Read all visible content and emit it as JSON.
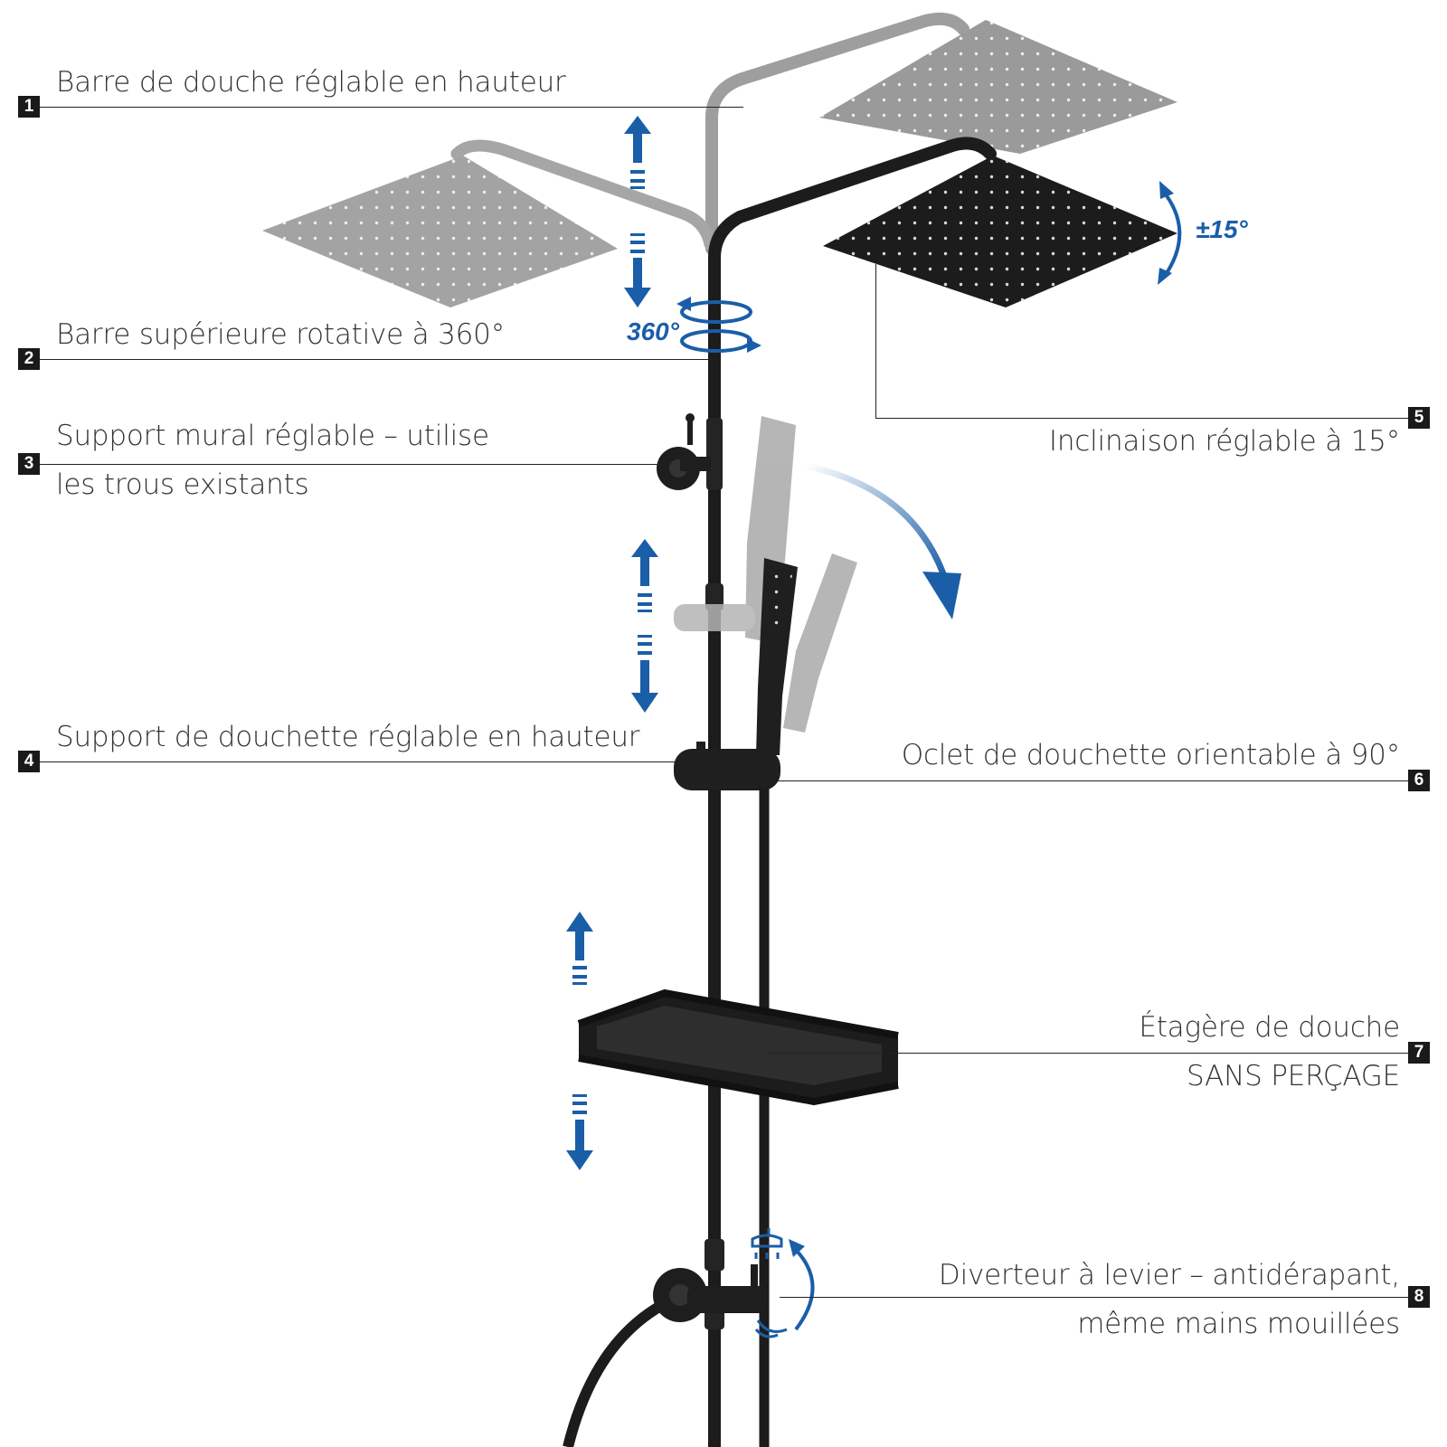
{
  "callouts": [
    {
      "number": "1",
      "lines": [
        "Barre de douche réglable en hauteur"
      ]
    },
    {
      "number": "2",
      "lines": [
        "Barre supérieure rotative à 360°"
      ]
    },
    {
      "number": "3",
      "lines": [
        "Support mural réglable – utilise",
        "les trous existants"
      ]
    },
    {
      "number": "4",
      "lines": [
        "Support de douchette réglable en hauteur"
      ]
    },
    {
      "number": "5",
      "lines": [
        "Inclinaison réglable à 15°"
      ]
    },
    {
      "number": "6",
      "lines": [
        "Oclet de douchette orientable à 90°"
      ]
    },
    {
      "number": "7",
      "lines": [
        "Étagère de douche",
        "SANS PERÇAGE"
      ]
    },
    {
      "number": "8",
      "lines": [
        "Diverteur à levier – antidérapant,",
        "même mains mouillées"
      ]
    }
  ],
  "annotations": {
    "rotation": "360°",
    "tilt": "±15°"
  },
  "colors": {
    "accent": "#1a5ea8",
    "product": "#1c1c1c",
    "ghost": "#9a9a9a",
    "text": "#333333"
  },
  "icons": [
    "up-down-arrow-icon",
    "rotation-arrow-icon",
    "tilt-arrow-icon",
    "swivel-arrow-icon",
    "shower-diverter-icon"
  ]
}
